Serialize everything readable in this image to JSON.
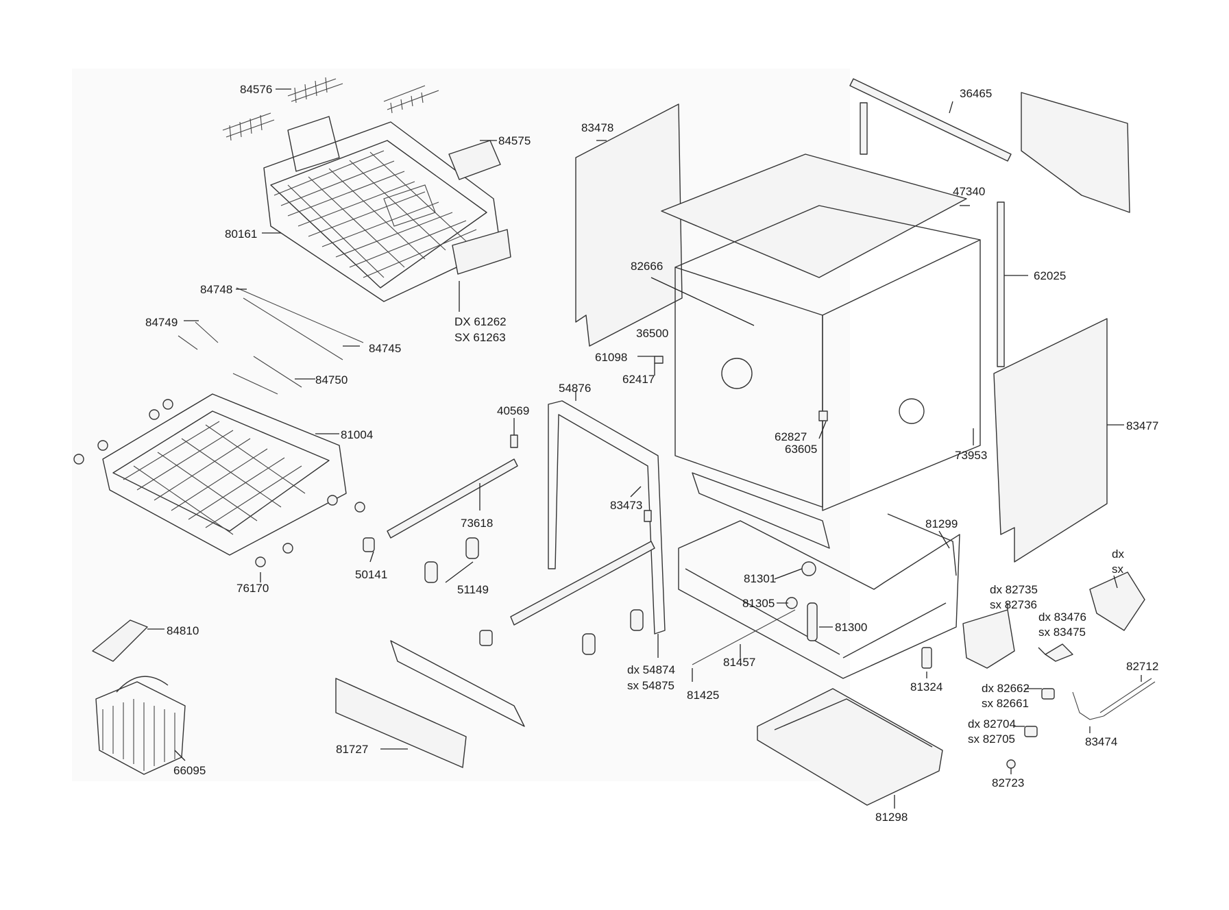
{
  "labels": {
    "l84576": "84576",
    "l84575": "84575",
    "l80161": "80161",
    "l84748": "84748",
    "l84749": "84749",
    "l84745": "84745",
    "l84750": "84750",
    "l81004": "81004",
    "l76170": "76170",
    "l84810": "84810",
    "l66095": "66095",
    "l61262": "DX 61262",
    "l61263": "SX 61263",
    "l40569": "40569",
    "l73618": "73618",
    "l50141": "50141",
    "l51149": "51149",
    "l54876": "54876",
    "l83473": "83473",
    "l54874": "dx 54874",
    "l54875": "sx 54875",
    "l81727": "81727",
    "l83478": "83478",
    "l82666": "82666",
    "l36500": "36500",
    "l61098": "61098",
    "l62417": "62417",
    "l36465": "36465",
    "l47340": "47340",
    "l62025": "62025",
    "l83477": "83477",
    "l62827": "62827",
    "l63605": "63605",
    "l73953": "73953",
    "l81299": "81299",
    "l81301": "81301",
    "l81305": "81305",
    "l81300": "81300",
    "l81457": "81457",
    "l81425": "81425",
    "l81324": "81324",
    "l81298": "81298",
    "l_dx": "dx",
    "l_sx": "sx",
    "l82735": "dx 82735",
    "l82736": "sx 82736",
    "l83476": "dx 83476",
    "l83475": "sx 83475",
    "l82712": "82712",
    "l82662": "dx 82662",
    "l82661": "sx 82661",
    "l82704": "dx 82704",
    "l82705": "sx 82705",
    "l83474": "83474",
    "l82723": "82723"
  }
}
